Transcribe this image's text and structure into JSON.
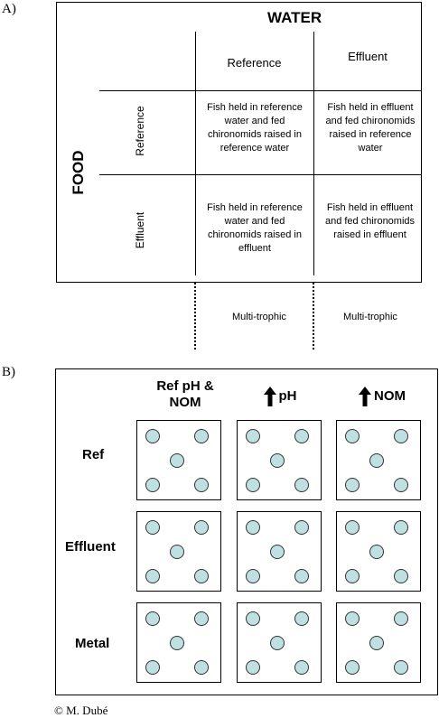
{
  "panel_a": {
    "label": "A)",
    "water_header": "WATER",
    "food_header": "FOOD",
    "col_reference": "Reference",
    "col_effluent": "Effluent",
    "row_reference": "Reference",
    "row_effluent": "Effluent",
    "cell_ref_ref": "Fish held in reference water and fed chironomids raised in reference water",
    "cell_ref_eff": "Fish held in effluent and fed chironomids raised in reference water",
    "cell_eff_ref": "Fish held in reference water and fed chironomids raised in effluent",
    "cell_eff_eff": "Fish held in effluent and fed chironomids raised in effluent",
    "below_left": "Multi-trophic",
    "below_right": "Multi-trophic"
  },
  "panel_b": {
    "label": "B)",
    "col_headers": [
      "Ref pH & NOM",
      "pH",
      "NOM"
    ],
    "row_headers": [
      "Ref",
      "Effluent",
      "Metal"
    ]
  },
  "credit": "© M. Dubé"
}
